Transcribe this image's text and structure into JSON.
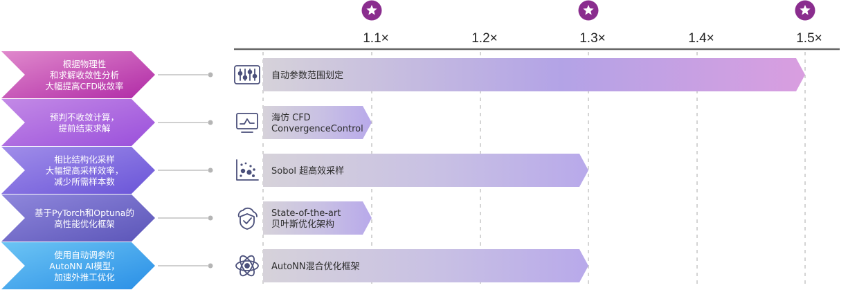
{
  "axis": {
    "ticks": [
      "1.1×",
      "1.2×",
      "1.3×",
      "1.4×",
      "1.5×"
    ],
    "star_badges": [
      1,
      3,
      5
    ]
  },
  "rows": [
    {
      "chevron_lines": [
        "根据物理性",
        "和求解收敛性分析",
        "大幅提高CFD收敛率"
      ],
      "icon": "sliders-icon",
      "bar_lines": [
        "自动参数范围划定"
      ],
      "value": 1.5,
      "colors": [
        "#e089cc",
        "#b02aa6"
      ]
    },
    {
      "chevron_lines": [
        "预判不收敛计算，",
        "提前结束求解"
      ],
      "icon": "monitor-chart-icon",
      "bar_lines": [
        "海仿 CFD",
        "ConvergenceControl"
      ],
      "value": 1.1,
      "colors": [
        "#c38ae6",
        "#9a4fdb"
      ]
    },
    {
      "chevron_lines": [
        "相比结构化采样",
        "大幅提高采样效率，",
        "减少所需样本数"
      ],
      "icon": "scatter-plot-icon",
      "bar_lines": [
        "Sobol 超高效采样"
      ],
      "value": 1.3,
      "colors": [
        "#a08de9",
        "#6a55d8"
      ]
    },
    {
      "chevron_lines": [
        "基于PyTorch和Optuna的",
        "高性能优化框架"
      ],
      "icon": "shield-cloud-icon",
      "bar_lines": [
        "State-of-the-art",
        "贝叶斯优化架构"
      ],
      "value": 1.1,
      "colors": [
        "#8f87dc",
        "#5b55b8"
      ]
    },
    {
      "chevron_lines": [
        "使用自动调参的",
        "AutoNN AI模型，",
        "加速外推工优化"
      ],
      "icon": "atom-icon",
      "bar_lines": [
        "AutoNN混合优化框架"
      ],
      "value": 1.3,
      "colors": [
        "#6cc4f4",
        "#2a8fe6"
      ]
    }
  ],
  "colors": {
    "star_badge": "#8a2d8e",
    "axis_line": "#666666",
    "grid_line": "#b8b8b8",
    "bar_left": "#d6d2da",
    "icon_stroke": "#4a4f7a",
    "connector": "#b5b5b5"
  }
}
